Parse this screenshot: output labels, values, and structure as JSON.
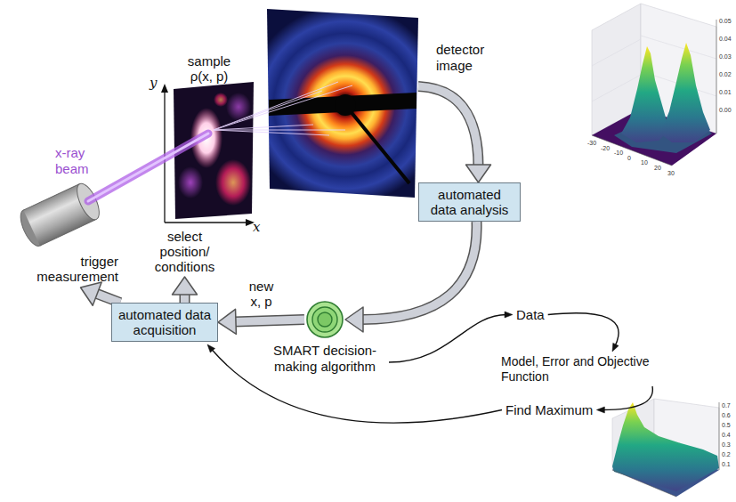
{
  "diagram": {
    "nodes": [
      {
        "text": [
          "detector image"
        ]
      },
      {
        "text": [
          "automated data analysis"
        ]
      },
      {
        "text": [
          "SMART decision-making algorithm"
        ]
      },
      {
        "text": [
          "automated data acquisition"
        ]
      },
      {
        "text": [
          "select position/ conditions"
        ]
      },
      {
        "text": [
          "trigger measurement"
        ]
      },
      {
        "text": [
          "Data"
        ]
      },
      {
        "text": [
          "Model, Error and Objective Function"
        ]
      },
      {
        "text": [
          "Find Maximum"
        ]
      }
    ],
    "edges": [
      {
        "from": 0,
        "to": 1,
        "arrow": "to"
      },
      {
        "from": 1,
        "to": 2,
        "arrow": "to"
      },
      {
        "from": 2,
        "to": 3,
        "label": "new x, p",
        "arrow": "to"
      },
      {
        "from": 3,
        "to": 4,
        "arrow": "to"
      },
      {
        "from": 3,
        "to": 5,
        "arrow": "to"
      },
      {
        "from": 2,
        "to": 6,
        "arrow": "to"
      },
      {
        "from": 6,
        "to": 7,
        "arrow": "to"
      },
      {
        "from": 7,
        "to": 8,
        "arrow": "to"
      },
      {
        "from": 8,
        "to": 3,
        "arrow": "to"
      }
    ],
    "labels": [
      "x-ray beam",
      "sample ρ(x, p)",
      "y",
      "x",
      "0.05",
      "0.04",
      "0.03",
      "0.02",
      "0.01",
      "0.00",
      "-30",
      "-20",
      "-10",
      "0",
      "10",
      "20",
      "30",
      "0.7",
      "0.6",
      "0.5",
      "0.4",
      "0.3",
      "0.2",
      "0.1"
    ]
  }
}
